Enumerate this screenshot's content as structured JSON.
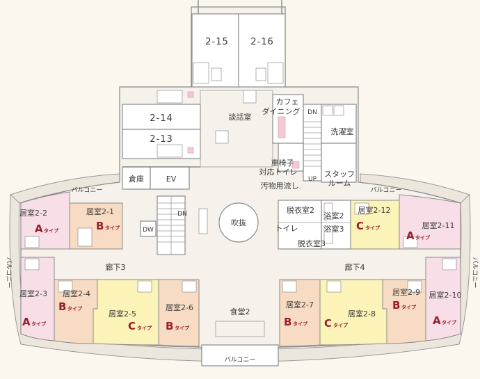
{
  "rooms": {
    "r2_15": "2-15",
    "r2_16": "2-16",
    "r2_14": "2-14",
    "r2_13": "2-13",
    "r2_1": "居室2-1",
    "r2_2": "居室2-2",
    "r2_3": "居室2-3",
    "r2_4": "居室2-4",
    "r2_5": "居室2-5",
    "r2_6": "居室2-6",
    "r2_7": "居室2-7",
    "r2_8": "居室2-8",
    "r2_9": "居室2-9",
    "r2_10": "居室2-10",
    "r2_11": "居室2-11",
    "r2_12": "居室2-12"
  },
  "types": {
    "a_letter": "A",
    "b_letter": "B",
    "c_letter": "C",
    "suffix": "タイプ"
  },
  "facilities": {
    "lounge": "談話室",
    "cafe_line1": "カフェ",
    "cafe_line2": "ダイニング",
    "laundry": "洗濯室",
    "wheelchair_line1": "車椅子",
    "wheelchair_line2": "対応トイレ",
    "sink": "汚物用流し",
    "staff_line1": "スタッフ",
    "staff_line2": "ルーム",
    "storage": "倉庫",
    "elevator": "EV",
    "dumbwaiter": "DW",
    "atrium": "吹抜",
    "dressing2": "脱衣室2",
    "dressing3": "脱衣室3",
    "bath2": "浴室2",
    "bath3": "浴室3",
    "toilet": "トイレ",
    "corridor3": "廊下3",
    "corridor4": "廊下4",
    "dining2": "食堂2",
    "balcony": "バルコニー",
    "dn": "DN",
    "up": "UP"
  }
}
